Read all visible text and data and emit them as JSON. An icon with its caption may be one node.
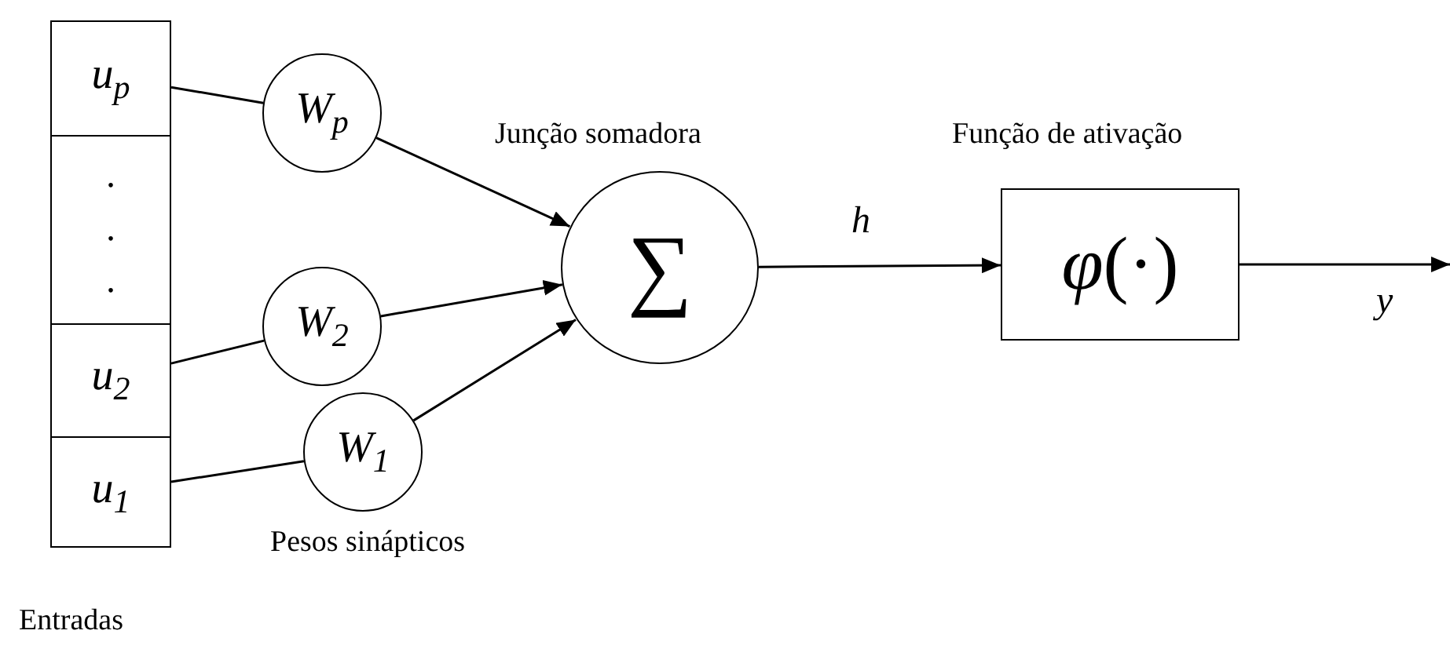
{
  "diagram": {
    "nodes": [
      {
        "text": [],
        "shape": "box",
        "beside": [
          "Entradas"
        ]
      },
      {
        "text": [
          "u$_{p}$"
        ],
        "in": 0
      },
      {
        "text": [
          ". . ."
        ],
        "in": 0
      },
      {
        "text": [
          "u$_{2}$"
        ],
        "in": 0
      },
      {
        "text": [
          "u$_{1}$"
        ],
        "in": 0
      },
      {
        "text": [
          "W$_{p}$"
        ]
      },
      {
        "text": [
          "W$_{2}$"
        ]
      },
      {
        "text": [
          "W$_{1}$"
        ]
      },
      {
        "text": [
          "∑"
        ],
        "beside": [
          "Junção somadora"
        ]
      },
      {
        "text": [
          "*φ*(·)"
        ],
        "beside": [
          "Função de ativação"
        ]
      }
    ],
    "edges": [
      {
        "from": 1,
        "to": 5,
        "arrow": "none"
      },
      {
        "from": 5,
        "to": 8,
        "arrow": "to"
      },
      {
        "from": 3,
        "to": 6,
        "arrow": "none"
      },
      {
        "from": 6,
        "to": 8,
        "arrow": "to"
      },
      {
        "from": 4,
        "to": 7,
        "arrow": "none"
      },
      {
        "from": 7,
        "to": 8,
        "arrow": "to"
      },
      {
        "from": 8,
        "to": 9,
        "arrow": "to",
        "label": "h"
      },
      {
        "from": 9,
        "to": null,
        "arrow": "to",
        "label": "y"
      }
    ],
    "labels": [
      "Pesos sinápticos"
    ]
  }
}
